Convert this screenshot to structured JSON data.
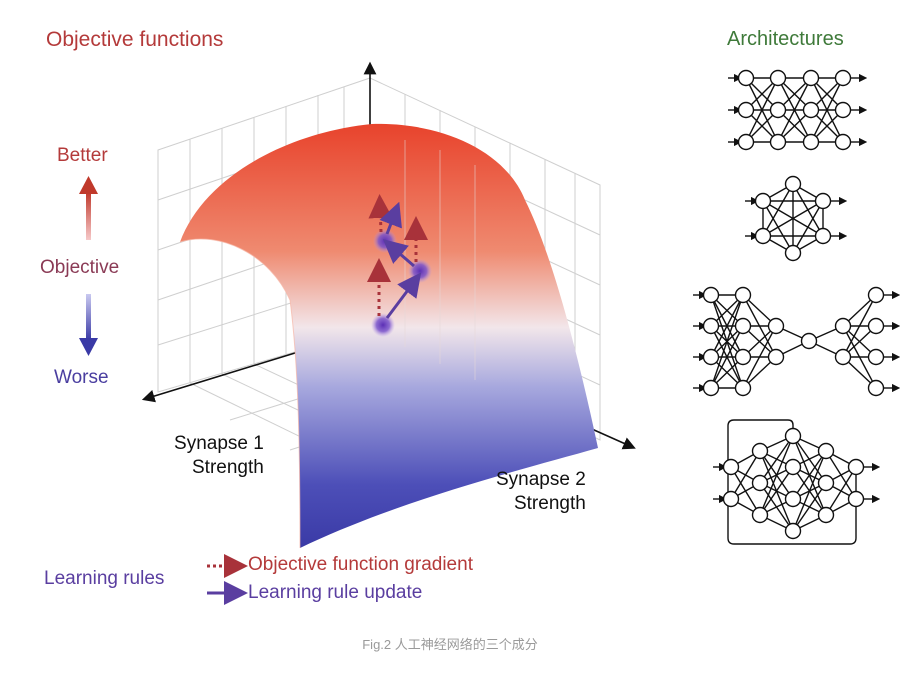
{
  "left_panel": {
    "title": "Objective functions",
    "better": "Better",
    "objective": "Objective",
    "worse": "Worse",
    "synapse1_line1": "Synapse 1",
    "synapse1_line2": "Strength",
    "synapse2_line1": "Synapse 2",
    "synapse2_line2": "Strength"
  },
  "legend": {
    "title": "Learning rules",
    "gradient": "Objective function gradient",
    "update": "Learning rule update"
  },
  "right_panel": {
    "title": "Architectures"
  },
  "caption": "Fig.2 人工神经网络的三个成分",
  "colors": {
    "better": "#b43a3a",
    "worse": "#4a3ea0",
    "architecture_title": "#3f7a3a",
    "learning_rule": "#5a3ea0"
  }
}
